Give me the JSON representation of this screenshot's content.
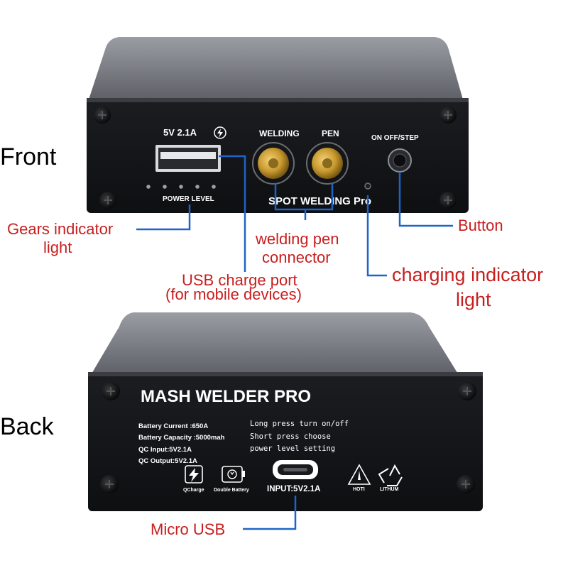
{
  "colors": {
    "callout_text": "#c81e1e",
    "callout_line": "#1e64c8",
    "panel": "#16171a",
    "housing": "#6b6e74",
    "gold": "#d4a43a"
  },
  "section_labels": {
    "front": "Front",
    "back": "Back"
  },
  "front_panel": {
    "usb_rating": "5V 2.1A",
    "welding": "WELDING",
    "pen": "PEN",
    "power_level": "POWER LEVEL",
    "on_off_step": "ON OFF/STEP",
    "brand": "SPOT WELDING Pro"
  },
  "back_panel": {
    "title": "MASH WELDER PRO",
    "specs": [
      "Battery Current :650A",
      "Battery Capacity :5000mah",
      "QC Input:5V2.1A",
      "QC Output:5V2.1A"
    ],
    "instructions": [
      "Long press turn on/off",
      "Short press choose",
      "power level setting"
    ],
    "input_label": "INPUT:5V2.1A",
    "icons": [
      {
        "icon": "qcharge-icon",
        "label": "QCharge"
      },
      {
        "icon": "double-battery-icon",
        "label": "Double Battery"
      },
      {
        "icon": "hoti-warning-icon",
        "label": "HOTI"
      },
      {
        "icon": "recycle-icon",
        "label": "LITHUM"
      }
    ]
  },
  "callouts": {
    "gears_1": "Gears indicator",
    "gears_2": "light",
    "usb_1": "USB charge port",
    "usb_2": "(for mobile devices)",
    "pen_1": "welding pen",
    "pen_2": "connector",
    "charging_1": "charging indicator",
    "charging_2": "light",
    "button": "Button",
    "micro_usb": "Micro USB"
  }
}
